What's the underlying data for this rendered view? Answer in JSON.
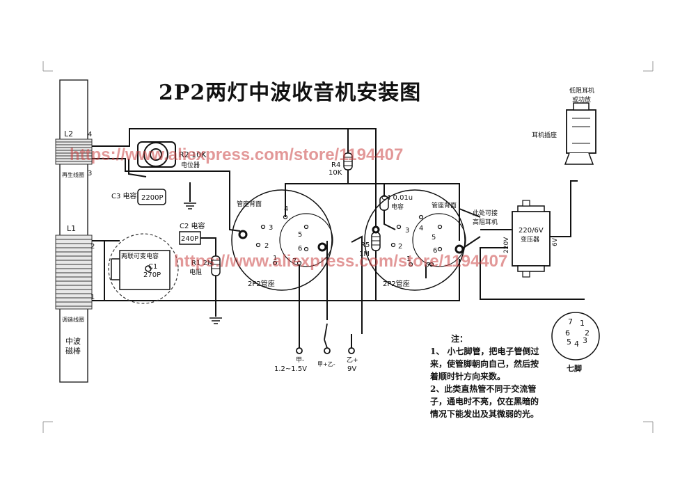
{
  "title": "2P2两灯中波收音机安装图",
  "watermark": "https://www.aliexpress.com/store/1194407",
  "coil": {
    "l2": "L2",
    "l1": "L1",
    "regen_coil": "再生线圈",
    "tuning_coil": "调谐线圈",
    "rod_line1": "中波",
    "rod_line2": "磁棒",
    "pin1": "1",
    "pin2": "2",
    "pin3": "3",
    "pin4": "4"
  },
  "components": {
    "r2": "R2  10K",
    "r2_desc": "电位器",
    "c3": "C3 电容",
    "c3_value": "2200P",
    "c2": "C2  电容",
    "c2_value": "240P",
    "c1_box": "两联可变电容",
    "c1": "C1",
    "c1_value": "270P",
    "r1": "R1  2M",
    "r1_desc": "电阻",
    "r4": "R4",
    "r4_value": "10K",
    "c4": "C4   0.01u",
    "c4_desc": "电容",
    "r5": "R5",
    "r5_value": "1M",
    "transformer": "220/6V",
    "transformer_desc": "变压器",
    "t_primary": "220V",
    "t_secondary": "6V",
    "hi_z_line1": "此处可接",
    "hi_z_line2": "高阻耳机",
    "phone_jack": "耳机插座",
    "lo_z_line1": "低阻耳机",
    "lo_z_line2": "或功放"
  },
  "tubes": {
    "socket_back": "管座背面",
    "socket_label": "2P2管座",
    "pins": [
      "1",
      "2",
      "3",
      "4",
      "5",
      "6",
      "7"
    ]
  },
  "terminals": {
    "a_minus": "甲-",
    "a_voltage": "1.2~1.5V",
    "ab_plus": "甲+乙-",
    "b_plus": "乙+",
    "b_voltage": "9V"
  },
  "pinout": {
    "label": "七脚",
    "pins": [
      "7",
      "1",
      "6",
      "2",
      "5",
      "4",
      "3"
    ]
  },
  "notes": {
    "head": "注：",
    "lines": [
      "1、 小七脚管，把电子管倒过",
      "来，使管脚朝向自己，然后按",
      "着顺时针方向来数。",
      "2、此类直热管不同于交流管",
      "子，通电时不亮，仅在黑暗的",
      "情况下能发出及其微弱的光。"
    ]
  }
}
